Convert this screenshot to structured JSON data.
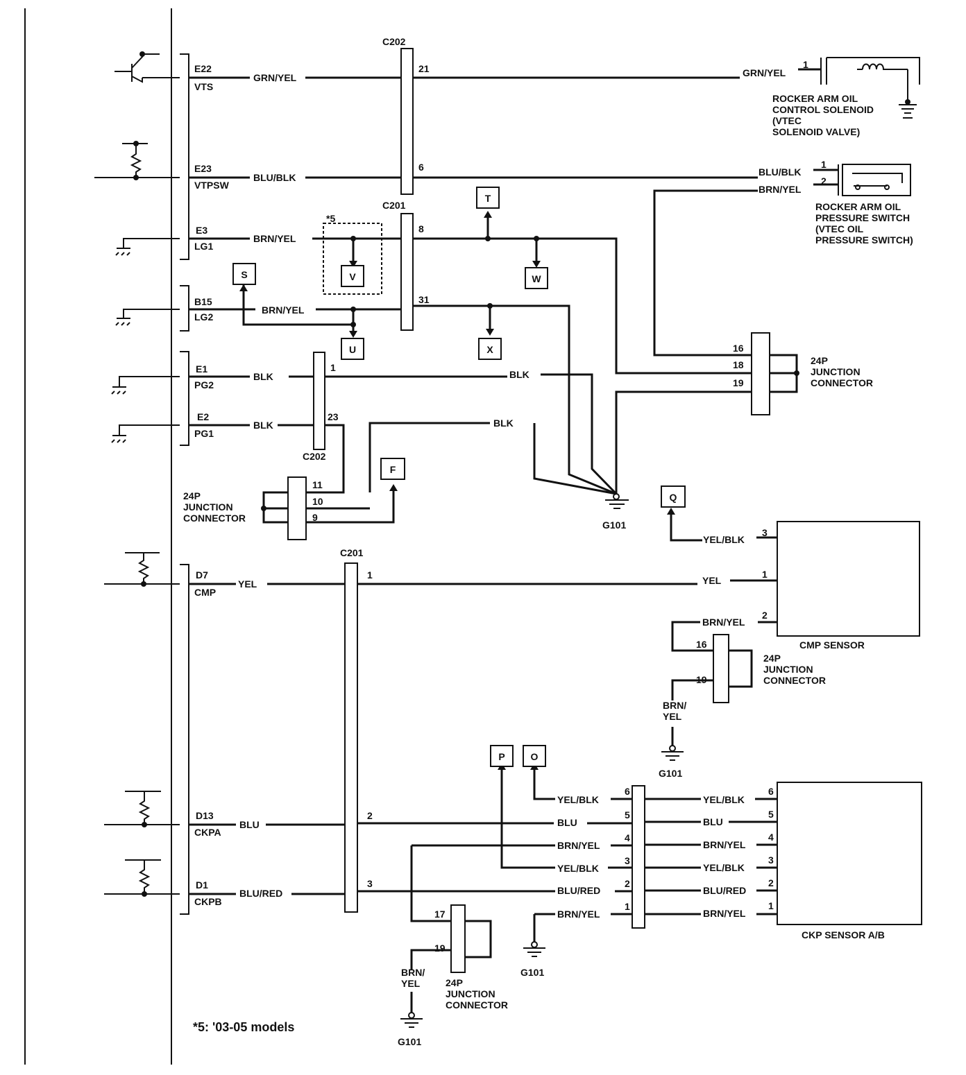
{
  "ecm_pins": [
    {
      "pin": "E22",
      "sig": "VTS"
    },
    {
      "pin": "E23",
      "sig": "VTPSW"
    },
    {
      "pin": "E3",
      "sig": "LG1"
    },
    {
      "pin": "B15",
      "sig": "LG2"
    },
    {
      "pin": "E1",
      "sig": "PG2"
    },
    {
      "pin": "E2",
      "sig": "PG1"
    },
    {
      "pin": "D7",
      "sig": "CMP"
    },
    {
      "pin": "D13",
      "sig": "CKPA"
    },
    {
      "pin": "D1",
      "sig": "CKPB"
    }
  ],
  "connectors": [
    "C202",
    "C201",
    "C202",
    "C201"
  ],
  "connector_pins": [
    "21",
    "6",
    "8",
    "31",
    "1",
    "23",
    "1",
    "2",
    "3"
  ],
  "wire_colors": [
    "GRN/YEL",
    "GRN/YEL",
    "BLU/BLK",
    "BLU/BLK",
    "BRN/YEL",
    "BRN/YEL",
    "BRN/YEL",
    "BLK",
    "BLK",
    "BLK",
    "BLK",
    "YEL",
    "YEL",
    "YEL/BLK",
    "BRN/YEL",
    "BLU",
    "BLU/RED"
  ],
  "refs": [
    "T",
    "W",
    "V",
    "S",
    "U",
    "X",
    "F",
    "Q",
    "P",
    "O"
  ],
  "note_marker": "*5",
  "footnote": "*5: '03-05 models",
  "ground_label": "G101",
  "solenoid": {
    "pin": "1",
    "lines": [
      "ROCKER ARM OIL",
      "CONTROL SOLENOID",
      "(VTEC",
      "SOLENOID VALVE)"
    ]
  },
  "pressure_switch": {
    "pins": [
      "1",
      "2"
    ],
    "lines": [
      "ROCKER ARM OIL",
      "PRESSURE SWITCH",
      "(VTEC OIL",
      "PRESSURE SWITCH)"
    ]
  },
  "jc_top_right": {
    "pins": [
      "16",
      "18",
      "19"
    ],
    "lines": [
      "24P",
      "JUNCTION",
      "CONNECTOR"
    ]
  },
  "jc_left": {
    "pins": [
      "11",
      "10",
      "9"
    ],
    "lines": [
      "24P",
      "JUNCTION",
      "CONNECTOR"
    ]
  },
  "jc_mid": {
    "pins": [
      "16",
      "19"
    ],
    "lines": [
      "24P",
      "JUNCTION",
      "CONNECTOR"
    ],
    "wire": [
      "BRN/",
      "YEL"
    ]
  },
  "jc_bottom": {
    "pins": [
      "17",
      "19"
    ],
    "lines": [
      "24P",
      "JUNCTION",
      "CONNECTOR"
    ],
    "wire": [
      "BRN/",
      "YEL"
    ]
  },
  "cmp_sensor": {
    "name": "CMP SENSOR",
    "pins": [
      "3",
      "1",
      "2"
    ]
  },
  "ckp_sensor": {
    "name": "CKP SENSOR A/B",
    "pins": [
      "6",
      "5",
      "4",
      "3",
      "2",
      "1"
    ]
  },
  "ckp_harness": {
    "left_colors": [
      "YEL/BLK",
      "BLU",
      "BRN/YEL",
      "YEL/BLK",
      "BLU/RED",
      "BRN/YEL"
    ],
    "left_pins": [
      "6",
      "5",
      "4",
      "3",
      "2",
      "1"
    ],
    "right_colors": [
      "YEL/BLK",
      "BLU",
      "BRN/YEL",
      "YEL/BLK",
      "BLU/RED",
      "BRN/YEL"
    ]
  }
}
